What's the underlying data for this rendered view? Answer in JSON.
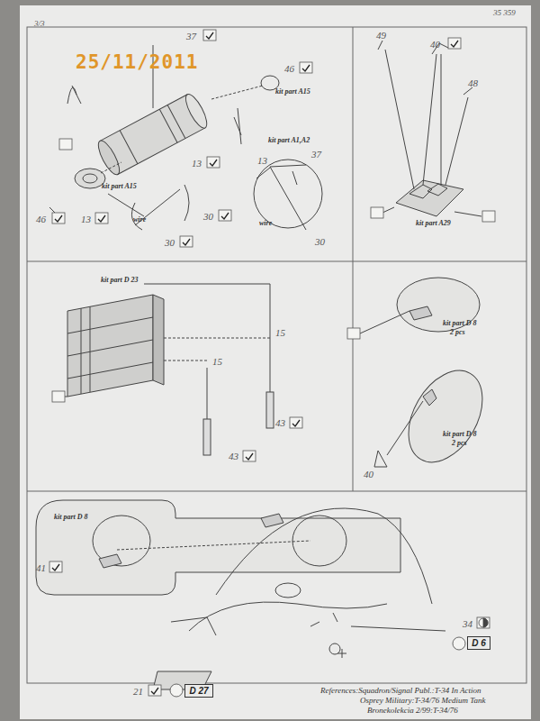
{
  "diagram": {
    "nodes": [
      {
        "text": [
          "D 6"
        ]
      },
      {
        "text": [
          "D 27"
        ]
      }
    ],
    "labels": [
      "3/3",
      "35 359",
      "25/11/2011",
      "37",
      "46",
      "kit part A15",
      "kit part A1,A2",
      "13",
      "kit part A15",
      "46",
      "13",
      "wire",
      "30",
      "30",
      "13",
      "37",
      "wire",
      "30",
      "49",
      "40",
      "48",
      "kit part A29",
      "kit part D 23",
      "15",
      "15",
      "43",
      "43",
      "kit part D 8",
      "2 pcs",
      "kit part D 8",
      "2 pcs",
      "40",
      "kit part D 8",
      "41",
      "34",
      "21",
      "References:Squadron/Signal Publ.:T-34 In Action",
      "Osprey Military:T-34/76 Medium Tank",
      "Bronekolekcia 2/99:T-34/76"
    ]
  }
}
